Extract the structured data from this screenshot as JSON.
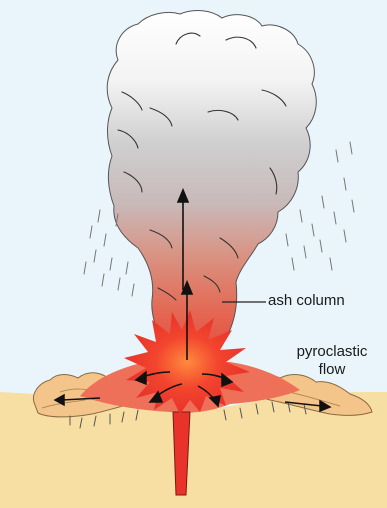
{
  "labels": {
    "ash_column": "ash column",
    "pyroclastic_line1": "pyroclastic",
    "pyroclastic_line2": "flow"
  },
  "colors": {
    "sky": "#e9f5fb",
    "ground": "#f7dea3",
    "ash_cloud_top": "#ffffff",
    "ash_cloud_mid": "#c9c9c9",
    "column_red": "#e05a45",
    "lava_core": "#e8322a",
    "pyroclastic_flow": "#f4c58a"
  },
  "icons": {
    "arrows": "up-arrow"
  }
}
